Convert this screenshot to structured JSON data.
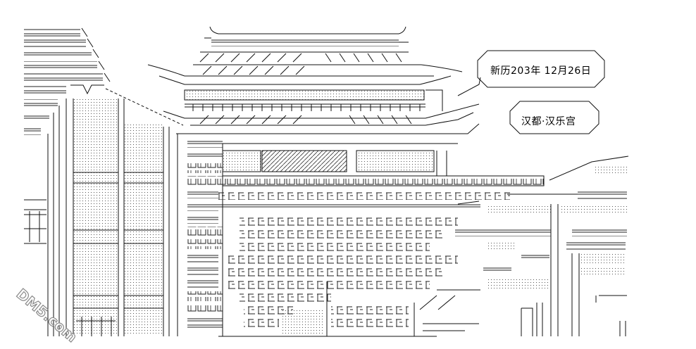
{
  "captions": {
    "date": "新历203年 12月26日",
    "place": "汉都·汉乐宫"
  },
  "watermark": {
    "text": "DM5.com"
  }
}
